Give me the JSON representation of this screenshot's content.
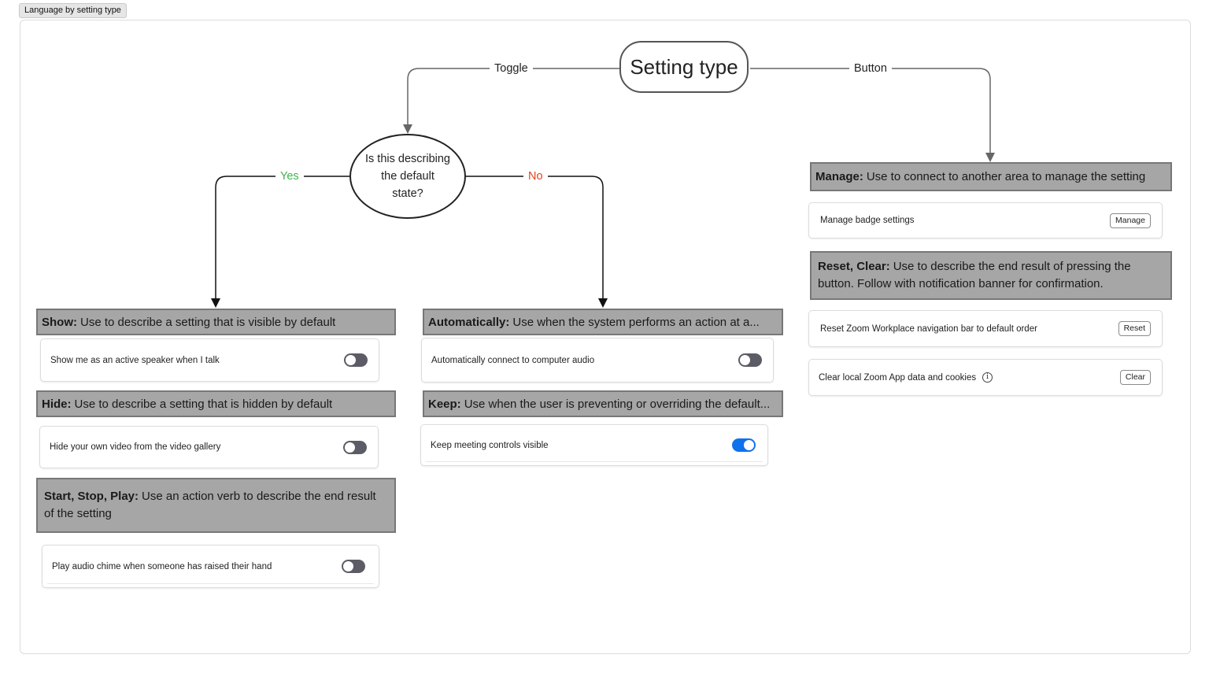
{
  "frame_label": "Language by setting type",
  "root": {
    "label": "Setting type"
  },
  "edges": {
    "toggle": "Toggle",
    "button": "Button",
    "yes": "Yes",
    "no": "No"
  },
  "colors": {
    "yes": "#3cb54a",
    "no": "#e0441b",
    "toggle_on": "#0e72ed"
  },
  "decision": {
    "label": "Is this describing the default state?"
  },
  "yes_branch": [
    {
      "title": "Show:",
      "desc": "Use to describe a setting that is visible by default",
      "example": "Show me as an active speaker when I talk",
      "toggle_on": false
    },
    {
      "title": "Hide:",
      "desc": "Use to describe a setting that is hidden by default",
      "example": "Hide your own video from the video gallery",
      "toggle_on": false
    },
    {
      "title": "Start, Stop, Play:",
      "desc": "Use an action verb to describe the end result of the setting",
      "example": "Play audio chime when someone has raised their hand",
      "toggle_on": false
    }
  ],
  "no_branch": [
    {
      "title": "Automatically:",
      "desc": "Use when the system performs an action at a...",
      "example": "Automatically connect to computer audio",
      "toggle_on": false
    },
    {
      "title": "Keep:",
      "desc": "Use when the user is preventing or overriding the default...",
      "example": "Keep meeting controls visible",
      "toggle_on": true
    }
  ],
  "button_branch": [
    {
      "title": "Manage:",
      "desc": "Use to connect to another area to manage the setting"
    },
    {
      "title": "Reset, Clear:",
      "desc": "Use to describe the end result of pressing the button. Follow with notification banner for confirmation."
    }
  ],
  "button_examples": [
    {
      "label": "Manage badge settings",
      "button": "Manage",
      "info_icon": false
    },
    {
      "label": "Reset Zoom Workplace navigation bar to default order",
      "button": "Reset",
      "info_icon": false
    },
    {
      "label": "Clear local Zoom App data and cookies",
      "button": "Clear",
      "info_icon": true
    }
  ]
}
